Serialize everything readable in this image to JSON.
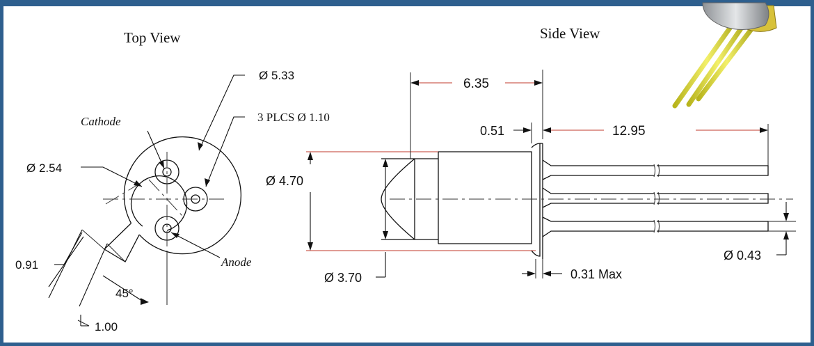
{
  "views": {
    "top_title": "Top View",
    "side_title": "Side View"
  },
  "top_view": {
    "dia_outer": "Ø 5.33",
    "pins_callout": "3 PLCS Ø 1.10",
    "cathode": "Cathode",
    "anode": "Anode",
    "dia_pitch": "Ø 2.54",
    "tab_width": "0.91",
    "angle": "45°",
    "tab_length": "1.00"
  },
  "side_view": {
    "body_length": "6.35",
    "flange_thk": "0.51",
    "lead_length": "12.95",
    "body_dia": "Ø 4.70",
    "lens_dia": "Ø 3.70",
    "lead_dia": "Ø 0.43",
    "flange_gap": "0.31 Max"
  },
  "colors": {
    "border": "#2e5f8e",
    "lead_yellow": "#e6e23a",
    "can_silver": "#b8bcc0"
  }
}
